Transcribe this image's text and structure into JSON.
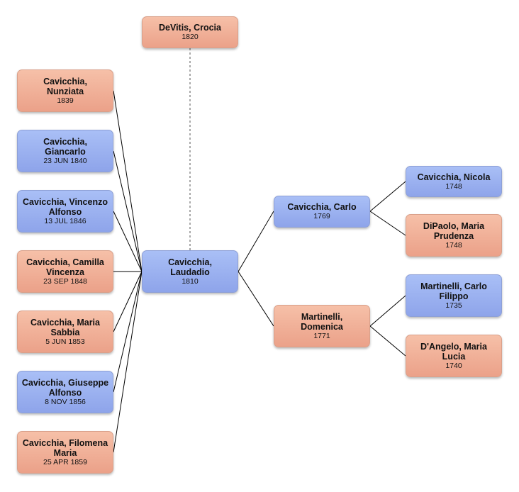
{
  "people": {
    "spouse": {
      "name": "DeVitis, Crocia",
      "date": "1820"
    },
    "focus": {
      "name": "Cavicchia, Laudadio",
      "date": "1810"
    },
    "child1": {
      "name": "Cavicchia, Nunziata",
      "date": "1839"
    },
    "child2": {
      "name": "Cavicchia, Giancarlo",
      "date": "23 JUN 1840"
    },
    "child3": {
      "name": "Cavicchia, Vincenzo Alfonso",
      "date": "13 JUL 1846"
    },
    "child4": {
      "name": "Cavicchia, Camilla Vincenza",
      "date": "23 SEP 1848"
    },
    "child5": {
      "name": "Cavicchia, Maria Sabbia",
      "date": "5 JUN 1853"
    },
    "child6": {
      "name": "Cavicchia, Giuseppe Alfonso",
      "date": "8 NOV 1856"
    },
    "child7": {
      "name": "Cavicchia, Filomena Maria",
      "date": "25 APR 1859"
    },
    "father": {
      "name": "Cavicchia, Carlo",
      "date": "1769"
    },
    "mother": {
      "name": "Martinelli, Domenica",
      "date": "1771"
    },
    "pgf": {
      "name": "Cavicchia, Nicola",
      "date": "1748"
    },
    "pgm": {
      "name": "DiPaolo, Maria Prudenza",
      "date": "1748"
    },
    "mgf": {
      "name": "Martinelli, Carlo Filippo",
      "date": "1735"
    },
    "mgm": {
      "name": "D'Angelo, Maria Lucia",
      "date": "1740"
    }
  },
  "colors": {
    "male": "#9db3f2",
    "female": "#f1b098",
    "line": "#000000"
  }
}
